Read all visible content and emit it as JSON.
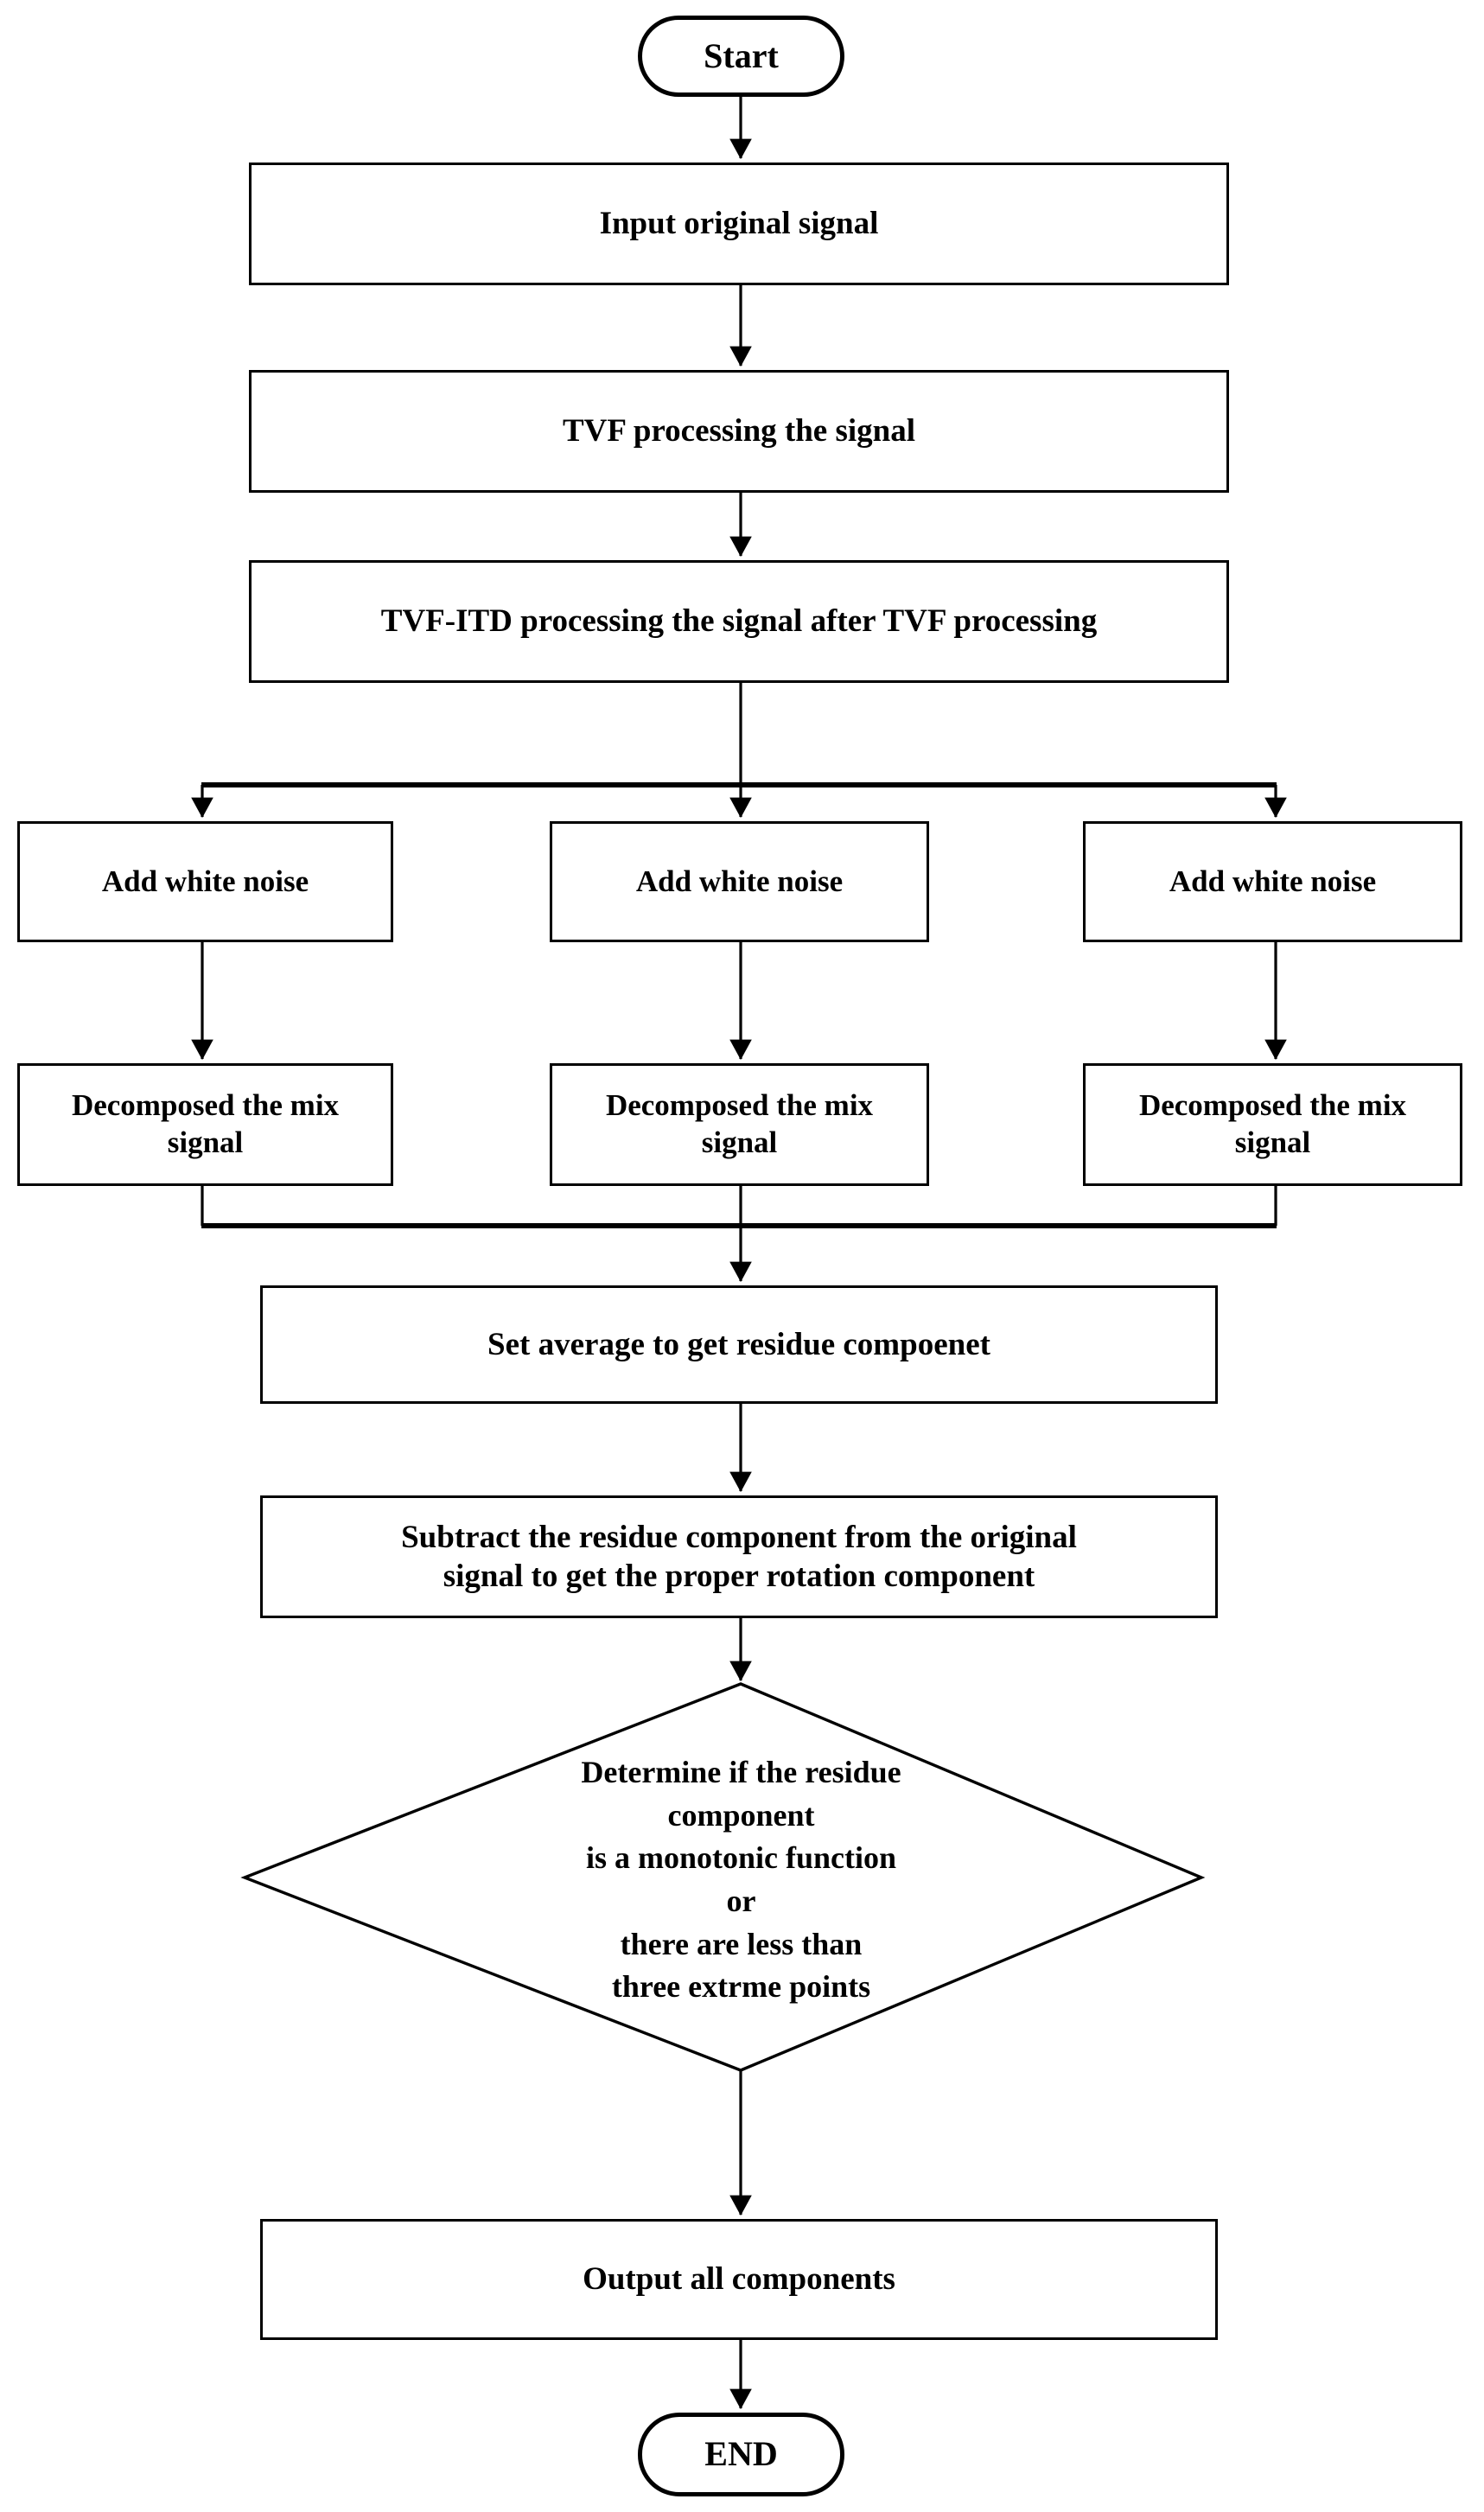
{
  "diagram": {
    "type": "flowchart",
    "title": "TVF-ITD signal decomposition flowchart",
    "stroke_color": "#000000",
    "fill_color": "#ffffff",
    "text_color": "#000000"
  },
  "nodes": {
    "start": {
      "label": "Start",
      "shape": "terminator"
    },
    "input_signal": {
      "label": "Input original signal",
      "shape": "process"
    },
    "tvf_processing": {
      "label": "TVF processing the signal",
      "shape": "process"
    },
    "tvf_itd_processing": {
      "label": "TVF-ITD processing the signal after TVF processing",
      "shape": "process"
    },
    "add_noise_1": {
      "label": "Add white noise",
      "shape": "process"
    },
    "add_noise_2": {
      "label": "Add white noise",
      "shape": "process"
    },
    "add_noise_3": {
      "label": "Add white noise",
      "shape": "process"
    },
    "decompose_1": {
      "label": "Decomposed the mix\nsignal",
      "shape": "process"
    },
    "decompose_2": {
      "label": "Decomposed the mix\nsignal",
      "shape": "process"
    },
    "decompose_3": {
      "label": "Decomposed the mix\nsignal",
      "shape": "process"
    },
    "set_average": {
      "label": "Set average to get residue compoenet",
      "shape": "process"
    },
    "subtract_residue": {
      "label": "Subtract the residue component from the original\nsignal to get the proper rotation component",
      "shape": "process"
    },
    "decision": {
      "label": "Determine if the residue\ncomponent\nis a monotonic function\nor\nthere are less than\nthree extrme points",
      "shape": "decision"
    },
    "output_components": {
      "label": "Output all components",
      "shape": "process"
    },
    "end": {
      "label": "END",
      "shape": "terminator"
    }
  },
  "flow_order": [
    "start",
    "input_signal",
    "tvf_processing",
    "tvf_itd_processing",
    "branch",
    "add_noise_1",
    "add_noise_2",
    "add_noise_3",
    "decompose_1",
    "decompose_2",
    "decompose_3",
    "merge",
    "set_average",
    "subtract_residue",
    "decision",
    "output_components",
    "end"
  ]
}
